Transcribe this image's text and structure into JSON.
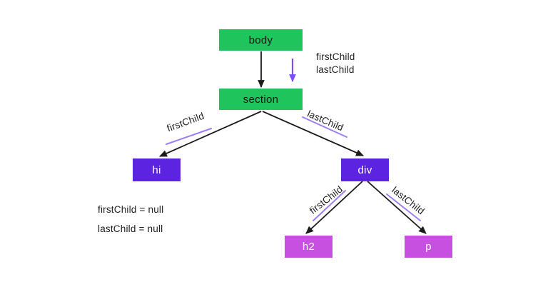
{
  "diagram": {
    "nodes": [
      {
        "id": "body",
        "label": "body"
      },
      {
        "id": "section",
        "label": "section"
      },
      {
        "id": "hi",
        "label": "hi"
      },
      {
        "id": "div",
        "label": "div"
      },
      {
        "id": "h2",
        "label": "h2"
      },
      {
        "id": "p",
        "label": "p"
      }
    ],
    "edge_labels": {
      "section_first": "firstChild",
      "section_last": "lastChild",
      "div_first": "firstChild",
      "div_last": "lastChild"
    },
    "legend": {
      "line1": "firstChild",
      "line2": "lastChild"
    },
    "notes": {
      "line1": "firstChild = null",
      "line2": "lastChild = null"
    },
    "colors": {
      "node_green": "#1fc55c",
      "node_purple": "#5c24e0",
      "node_magenta": "#c750e0",
      "arrow_black": "#1b1b1b",
      "arrow_purple": "#7c4dff",
      "underline_purple": "#9d7ef6",
      "text_dark": "#222222",
      "background": "#ffffff"
    }
  }
}
